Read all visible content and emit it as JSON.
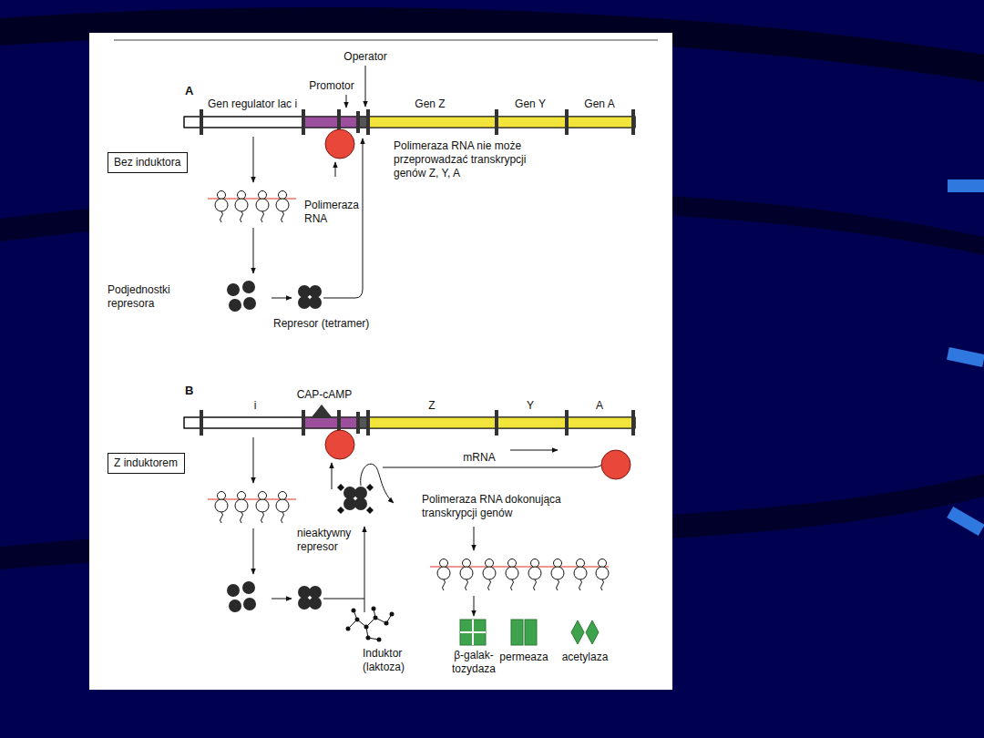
{
  "diagram": {
    "nodes": [
      {
        "text": [
          "Bez induktora"
        ]
      },
      {
        "text": [
          "Z induktorem"
        ]
      }
    ],
    "labels": [
      "Operator",
      "Promotor",
      "A",
      "Gen regulator lac i",
      "Gen Z",
      "Gen Y",
      "Gen A",
      "Polimeraza RNA nie może przeprowadzać transkrypcji genów Z, Y, A",
      "Polimeraza RNA",
      "Podjednostki represora",
      "Represor (tetramer)",
      "B",
      "CAP-cAMP",
      "i",
      "Z",
      "Y",
      "A",
      "mRNA",
      "Polimeraza RNA dokonująca transkrypcji genów",
      "nieaktywny represor",
      "Induktor (laktoza)",
      "β-galak- tozydaza",
      "permeaza",
      "acetylaza"
    ]
  }
}
